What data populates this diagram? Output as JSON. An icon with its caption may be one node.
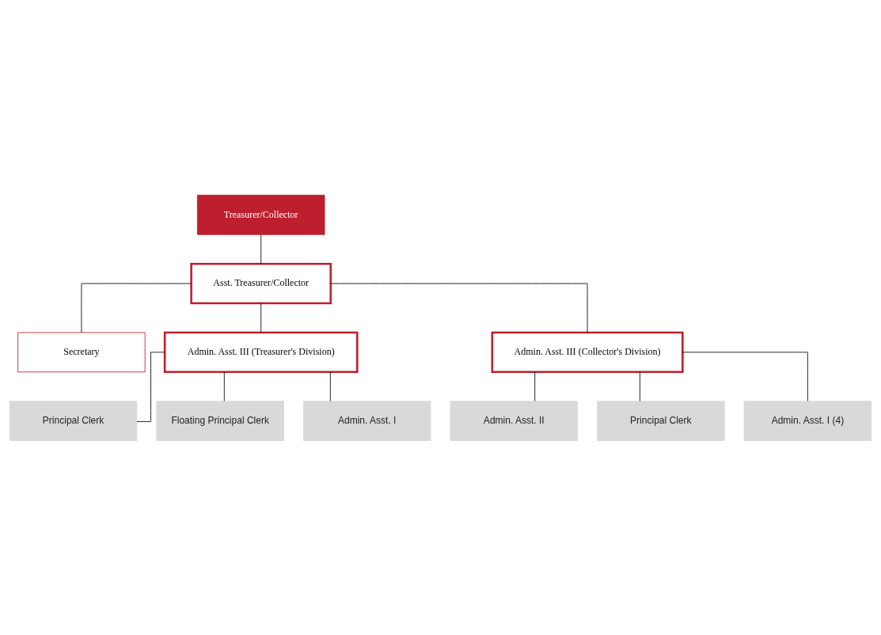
{
  "diagram": {
    "nodes": [
      {
        "text": [
          "Treasurer/Collector"
        ]
      },
      {
        "text": [
          "Asst. Treasurer/Collector"
        ]
      },
      {
        "text": [
          "Secretary"
        ]
      },
      {
        "text": [
          "Admin. Asst. III (Treasurer's Division)"
        ]
      },
      {
        "text": [
          "Admin. Asst. III (Collector's Division)"
        ]
      },
      {
        "text": [
          "Principal Clerk"
        ]
      },
      {
        "text": [
          "Floating Principal Clerk"
        ]
      },
      {
        "text": [
          "Admin. Asst. I"
        ]
      },
      {
        "text": [
          "Admin. Asst. II"
        ]
      },
      {
        "text": [
          "Principal Clerk"
        ]
      },
      {
        "text": [
          "Admin. Asst. I (4)"
        ]
      }
    ],
    "edges": [
      {
        "from": 0,
        "to": 1,
        "arrow": "none"
      },
      {
        "from": 1,
        "to": 2,
        "arrow": "none"
      },
      {
        "from": 1,
        "to": 3,
        "arrow": "none"
      },
      {
        "from": 1,
        "to": 4,
        "arrow": "none"
      },
      {
        "from": 3,
        "to": 5,
        "arrow": "none"
      },
      {
        "from": 3,
        "to": 6,
        "arrow": "none"
      },
      {
        "from": 3,
        "to": 7,
        "arrow": "none"
      },
      {
        "from": 4,
        "to": 8,
        "arrow": "none"
      },
      {
        "from": 4,
        "to": 9,
        "arrow": "none"
      },
      {
        "from": 4,
        "to": 10,
        "arrow": "none"
      }
    ]
  }
}
